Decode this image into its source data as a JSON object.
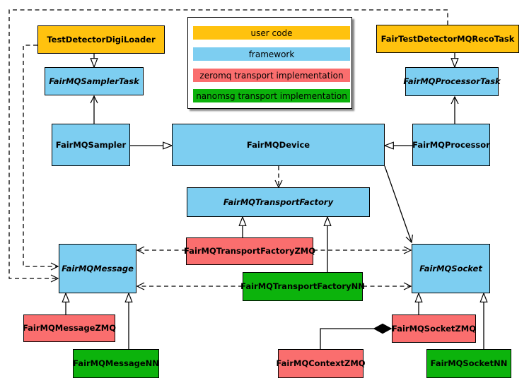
{
  "legend": {
    "items": [
      {
        "label": "user code",
        "color": "#FFC20E"
      },
      {
        "label": "framework",
        "color": "#7DCEF1"
      },
      {
        "label": "zeromq transport implementation",
        "color": "#FA6E6E"
      },
      {
        "label": "nanomsg transport implementation",
        "color": "#0CB30C"
      }
    ]
  },
  "nodes": {
    "testDetectorDigiLoader": {
      "label": "TestDetectorDigiLoader",
      "category": "user code",
      "abstract": false
    },
    "fairMQSamplerTask": {
      "label": "FairMQSamplerTask",
      "category": "framework",
      "abstract": true
    },
    "fairMQSampler": {
      "label": "FairMQSampler",
      "category": "framework",
      "abstract": false
    },
    "fairMQDevice": {
      "label": "FairMQDevice",
      "category": "framework",
      "abstract": false
    },
    "fairMQProcessor": {
      "label": "FairMQProcessor",
      "category": "framework",
      "abstract": false
    },
    "fairTestDetectorMQRecoTask": {
      "label": "FairTestDetectorMQRecoTask",
      "category": "user code",
      "abstract": false
    },
    "fairMQProcessorTask": {
      "label": "FairMQProcessorTask",
      "category": "framework",
      "abstract": true
    },
    "fairMQTransportFactory": {
      "label": "FairMQTransportFactory",
      "category": "framework",
      "abstract": true
    },
    "fairMQTransportFactoryZMQ": {
      "label": "FairMQTransportFactoryZMQ",
      "category": "zeromq",
      "abstract": false
    },
    "fairMQTransportFactoryNN": {
      "label": "FairMQTransportFactoryNN",
      "category": "nanomsg",
      "abstract": false
    },
    "fairMQMessage": {
      "label": "FairMQMessage",
      "category": "framework",
      "abstract": true
    },
    "fairMQSocket": {
      "label": "FairMQSocket",
      "category": "framework",
      "abstract": true
    },
    "fairMQMessageZMQ": {
      "label": "FairMQMessageZMQ",
      "category": "zeromq",
      "abstract": false
    },
    "fairMQMessageNN": {
      "label": "FairMQMessageNN",
      "category": "nanomsg",
      "abstract": false
    },
    "fairMQSocketZMQ": {
      "label": "FairMQSocketZMQ",
      "category": "zeromq",
      "abstract": false
    },
    "fairMQSocketNN": {
      "label": "FairMQSocketNN",
      "category": "nanomsg",
      "abstract": false
    },
    "fairMQContextZMQ": {
      "label": "FairMQContextZMQ",
      "category": "zeromq",
      "abstract": false
    }
  },
  "edges": [
    {
      "from": "TestDetectorDigiLoader",
      "to": "FairMQSamplerTask",
      "relation": "inheritance",
      "line": "solid"
    },
    {
      "from": "FairMQSampler",
      "to": "FairMQSamplerTask",
      "relation": "association",
      "line": "solid"
    },
    {
      "from": "FairTestDetectorMQRecoTask",
      "to": "FairMQProcessorTask",
      "relation": "inheritance",
      "line": "solid"
    },
    {
      "from": "FairMQProcessor",
      "to": "FairMQProcessorTask",
      "relation": "association",
      "line": "solid"
    },
    {
      "from": "FairMQSampler",
      "to": "FairMQDevice",
      "relation": "inheritance",
      "line": "solid"
    },
    {
      "from": "FairMQProcessor",
      "to": "FairMQDevice",
      "relation": "inheritance",
      "line": "solid"
    },
    {
      "from": "FairMQDevice",
      "to": "FairMQTransportFactory",
      "relation": "dependency",
      "line": "dashed"
    },
    {
      "from": "FairMQDevice",
      "to": "FairMQSocket",
      "relation": "association",
      "line": "solid"
    },
    {
      "from": "FairMQTransportFactoryZMQ",
      "to": "FairMQTransportFactory",
      "relation": "inheritance",
      "line": "solid"
    },
    {
      "from": "FairMQTransportFactoryNN",
      "to": "FairMQTransportFactory",
      "relation": "inheritance",
      "line": "solid"
    },
    {
      "from": "FairMQTransportFactoryZMQ",
      "to": "FairMQMessage",
      "relation": "dependency",
      "line": "dashed"
    },
    {
      "from": "FairMQTransportFactoryZMQ",
      "to": "FairMQSocket",
      "relation": "dependency",
      "line": "dashed"
    },
    {
      "from": "FairMQTransportFactoryNN",
      "to": "FairMQMessage",
      "relation": "dependency",
      "line": "dashed"
    },
    {
      "from": "FairMQTransportFactoryNN",
      "to": "FairMQSocket",
      "relation": "dependency",
      "line": "dashed"
    },
    {
      "from": "TestDetectorDigiLoader",
      "to": "FairMQMessage",
      "relation": "dependency",
      "line": "dashed"
    },
    {
      "from": "FairTestDetectorMQRecoTask",
      "to": "FairMQMessage",
      "relation": "dependency",
      "line": "dashed"
    },
    {
      "from": "FairMQMessageZMQ",
      "to": "FairMQMessage",
      "relation": "inheritance",
      "line": "solid"
    },
    {
      "from": "FairMQMessageNN",
      "to": "FairMQMessage",
      "relation": "inheritance",
      "line": "solid"
    },
    {
      "from": "FairMQSocketZMQ",
      "to": "FairMQSocket",
      "relation": "inheritance",
      "line": "solid"
    },
    {
      "from": "FairMQSocketNN",
      "to": "FairMQSocket",
      "relation": "inheritance",
      "line": "solid"
    },
    {
      "from": "FairMQContextZMQ",
      "to": "FairMQSocketZMQ",
      "relation": "composition",
      "line": "solid"
    }
  ]
}
